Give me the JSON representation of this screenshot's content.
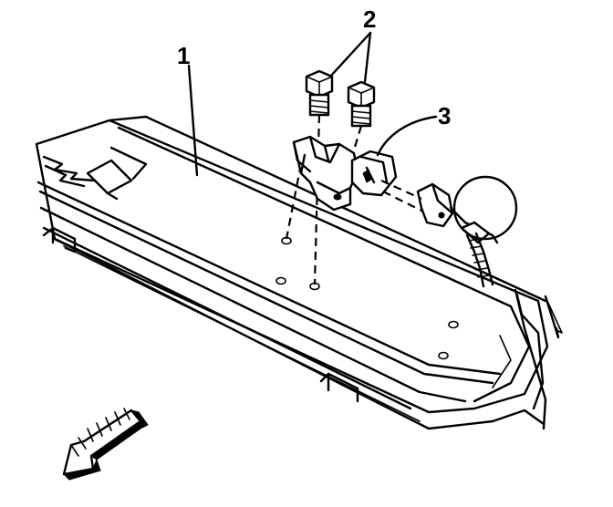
{
  "callouts": {
    "label_1": "1",
    "label_2": "2",
    "label_3": "3"
  },
  "colors": {
    "ink": "#000000",
    "paper": "#ffffff"
  }
}
